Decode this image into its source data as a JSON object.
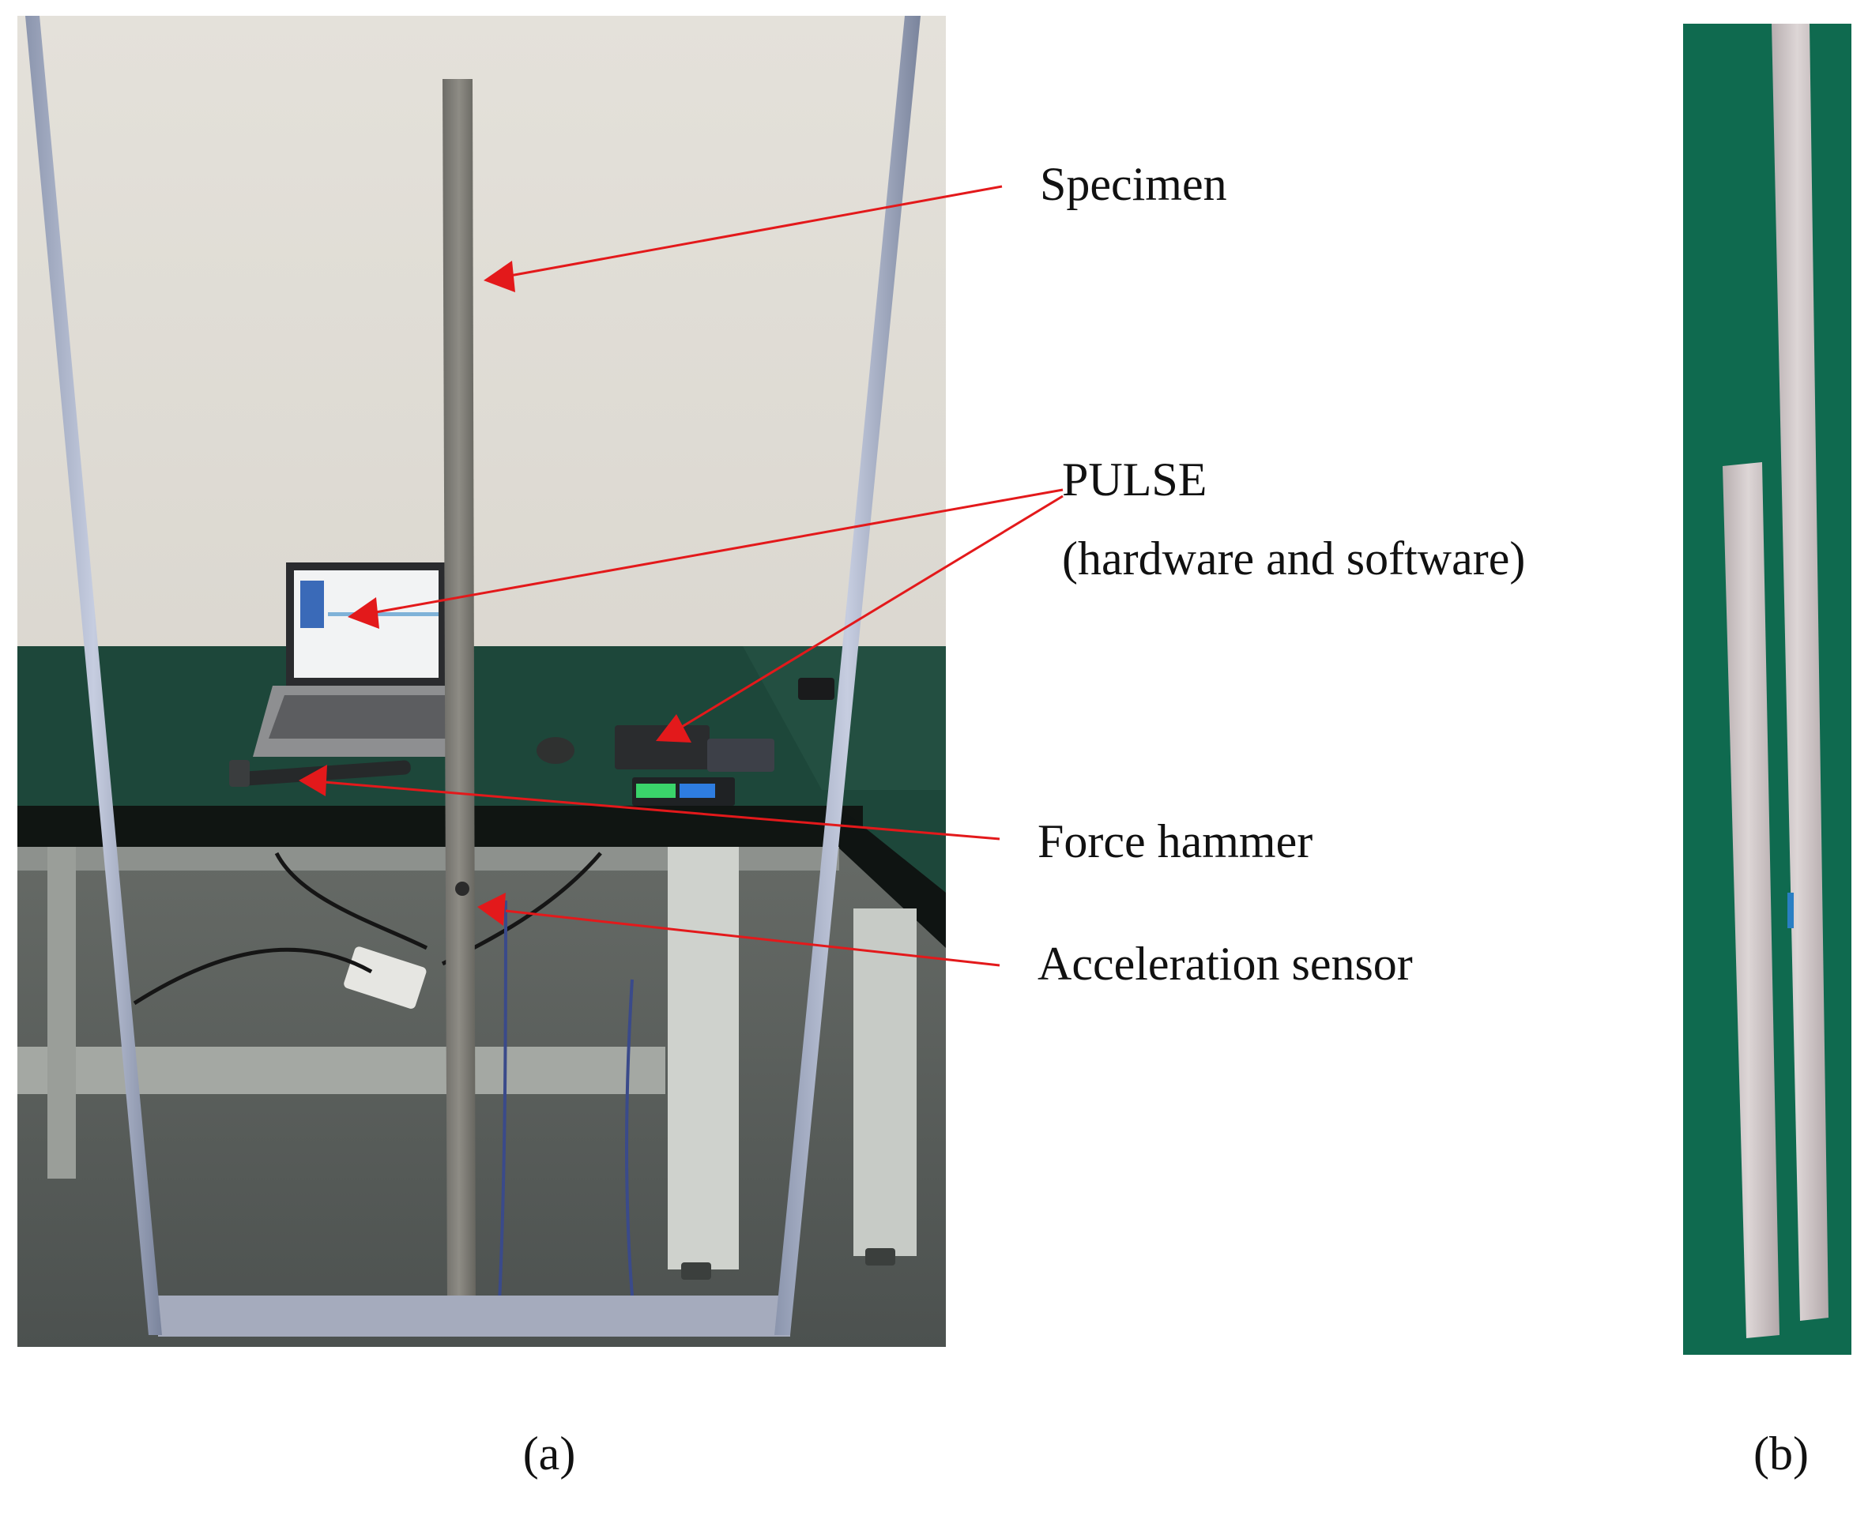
{
  "figure": {
    "panel_a": {
      "caption": "(a)",
      "annotations": {
        "specimen": "Specimen",
        "pulse_line1": "PULSE",
        "pulse_line2": "(hardware and software)",
        "force_hammer": "Force hammer",
        "acceleration_sensor": "Acceleration sensor"
      }
    },
    "panel_b": {
      "caption": "(b)"
    }
  },
  "colors": {
    "arrow": "#e3191b",
    "wall": "#dcd9d2",
    "bench_top": "#1f4a3c",
    "floor": "#5d6261",
    "green_board": "#0f6a4f",
    "strip": "#c9c0bf"
  }
}
